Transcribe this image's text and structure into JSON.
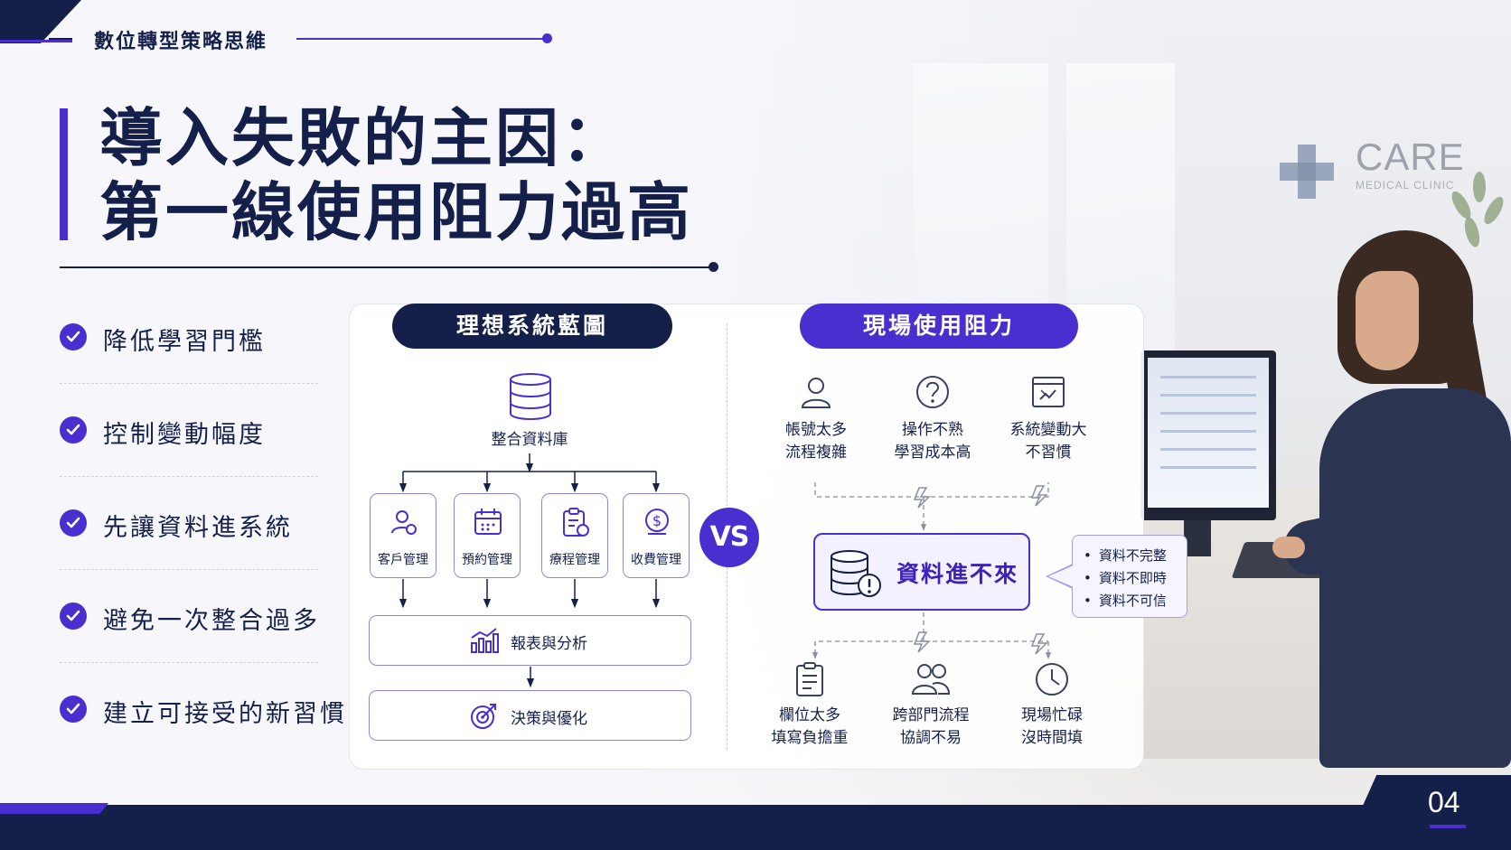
{
  "header": {
    "brand": "數位轉型策略思維"
  },
  "title": {
    "line1": "導入失敗的主因：",
    "line2": "第一線使用阻力過高"
  },
  "checklist": [
    {
      "label": "降低學習門檻"
    },
    {
      "label": "控制變動幅度"
    },
    {
      "label": "先讓資料進系統"
    },
    {
      "label": "避免一次整合過多"
    },
    {
      "label": "建立可接受的新習慣"
    }
  ],
  "ideal": {
    "heading": "理想系統藍圖",
    "database": "整合資料庫",
    "modules": [
      {
        "label": "客戶管理",
        "icon": "users-icon"
      },
      {
        "label": "預約管理",
        "icon": "calendar-icon"
      },
      {
        "label": "療程管理",
        "icon": "clipboard-icon"
      },
      {
        "label": "收費管理",
        "icon": "dollar-icon"
      }
    ],
    "report": "報表與分析",
    "decision": "決策與優化"
  },
  "vs_label": "VS",
  "resistance": {
    "heading": "現場使用阻力",
    "top_issues": [
      {
        "line1": "帳號太多",
        "line2": "流程複雜",
        "icon": "user-icon"
      },
      {
        "line1": "操作不熟",
        "line2": "學習成本高",
        "icon": "question-icon"
      },
      {
        "line1": "系統變動大",
        "line2": "不習慣",
        "icon": "chart-window-icon"
      }
    ],
    "center": "資料進不來",
    "bubble": [
      "資料不完整",
      "資料不即時",
      "資料不可信"
    ],
    "bottom_issues": [
      {
        "line1": "欄位太多",
        "line2": "填寫負擔重",
        "icon": "form-icon"
      },
      {
        "line1": "跨部門流程",
        "line2": "協調不易",
        "icon": "team-icon"
      },
      {
        "line1": "現場忙碌",
        "line2": "沒時間填",
        "icon": "clock-icon"
      }
    ]
  },
  "background": {
    "sign_title": "CARE",
    "sign_sub": "MEDICAL CLINIC"
  },
  "page_number": "04",
  "colors": {
    "navy": "#14204a",
    "accent": "#4a2fd0",
    "module_border": "#8f86d8"
  }
}
